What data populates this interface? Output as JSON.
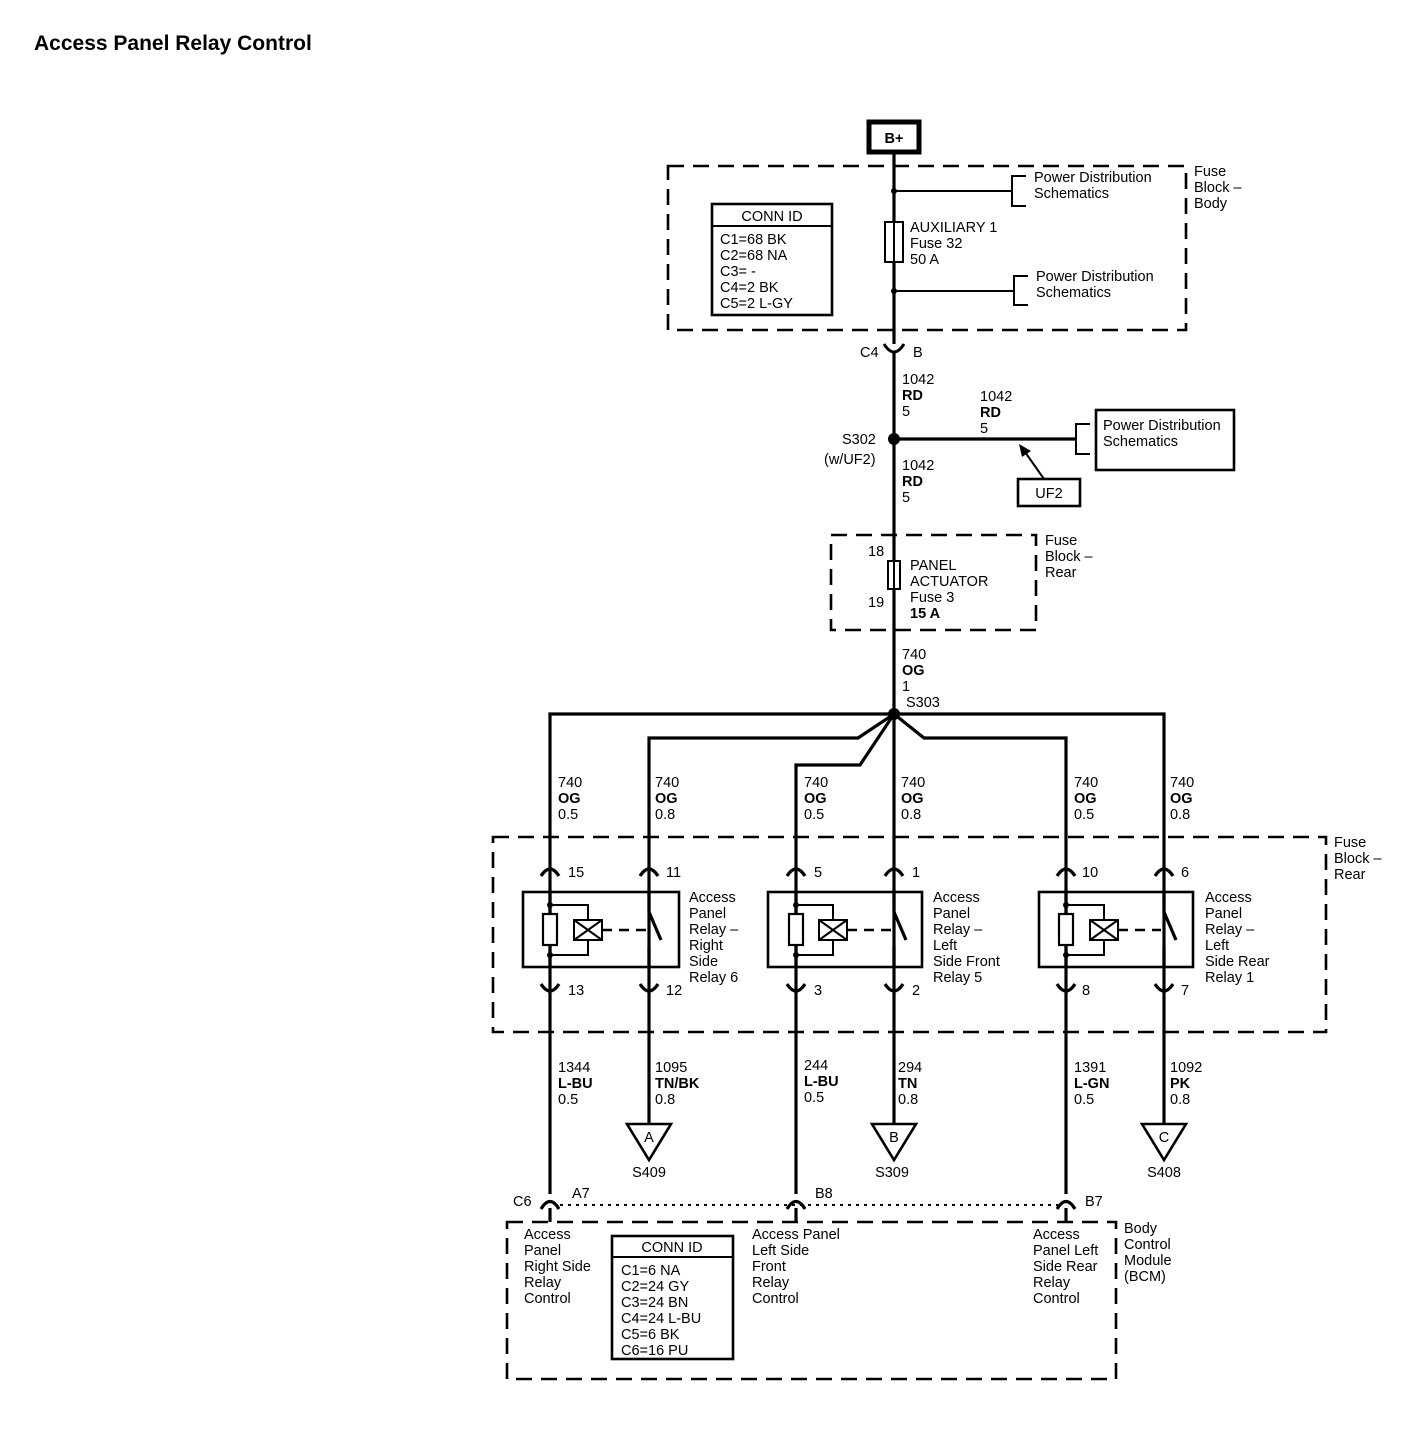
{
  "title": "Access Panel Relay Control",
  "battery": "B+",
  "fuse_block_body": {
    "label": [
      "Fuse",
      "Block –",
      "Body"
    ],
    "pds_top": [
      "Power Distribution",
      "Schematics"
    ],
    "pds_bottom": [
      "Power Distribution",
      "Schematics"
    ],
    "fuse_lines": [
      "AUXILIARY 1",
      "Fuse 32",
      "50 A"
    ],
    "conn_id": {
      "header": "CONN ID",
      "rows": [
        "C1=68 BK",
        "C2=68 NA",
        "C3= -",
        "C4=2 BK",
        "C5=2 L-GY"
      ]
    }
  },
  "connector_c4": {
    "name": "C4",
    "pin": "B"
  },
  "wire_1042_a": [
    "1042",
    "RD",
    "5"
  ],
  "splice_s302": {
    "name": "S302",
    "option": "(w/UF2)"
  },
  "wire_1042_b": [
    "1042",
    "RD",
    "5"
  ],
  "wire_1042_c": [
    "1042",
    "RD",
    "5"
  ],
  "pds_right": [
    "Power Distribution",
    "Schematics"
  ],
  "uf2": "UF2",
  "fuse_block_rear": {
    "label": [
      "Fuse",
      "Block –",
      "Rear"
    ],
    "pin_in": "18",
    "pin_out": "19",
    "fuse_lines": [
      "PANEL",
      "ACTUATOR",
      "Fuse 3",
      "15 A"
    ]
  },
  "wire_740_main": [
    "740",
    "OG",
    "1"
  ],
  "splice_s303": "S303",
  "relay_block_label": [
    "Fuse",
    "Block –",
    "Rear"
  ],
  "relays": [
    {
      "coil_wire": [
        "740",
        "OG",
        "0.5"
      ],
      "switch_wire": [
        "740",
        "OG",
        "0.8"
      ],
      "pin_coil_in": "15",
      "pin_switch_in": "11",
      "pin_coil_out": "13",
      "pin_switch_out": "12",
      "label": [
        "Access",
        "Panel",
        "Relay –",
        "Right",
        "Side",
        "Relay 6"
      ],
      "out_coil_wire": [
        "1344",
        "L-BU",
        "0.5"
      ],
      "out_switch_wire": [
        "1095",
        "TN/BK",
        "0.8"
      ],
      "ref_letter": "A",
      "ref_splice": "S409"
    },
    {
      "coil_wire": [
        "740",
        "OG",
        "0.5"
      ],
      "switch_wire": [
        "740",
        "OG",
        "0.8"
      ],
      "pin_coil_in": "5",
      "pin_switch_in": "1",
      "pin_coil_out": "3",
      "pin_switch_out": "2",
      "label": [
        "Access",
        "Panel",
        "Relay –",
        "Left",
        "Side Front",
        "Relay 5"
      ],
      "out_coil_wire": [
        "244",
        "L-BU",
        "0.5"
      ],
      "out_switch_wire": [
        "294",
        "TN",
        "0.8"
      ],
      "ref_letter": "B",
      "ref_splice": "S309"
    },
    {
      "coil_wire": [
        "740",
        "OG",
        "0.5"
      ],
      "switch_wire": [
        "740",
        "OG",
        "0.8"
      ],
      "pin_coil_in": "10",
      "pin_switch_in": "6",
      "pin_coil_out": "8",
      "pin_switch_out": "7",
      "label": [
        "Access",
        "Panel",
        "Relay –",
        "Left",
        "Side Rear",
        "Relay 1"
      ],
      "out_coil_wire": [
        "1391",
        "L-GN",
        "0.5"
      ],
      "out_switch_wire": [
        "1092",
        "PK",
        "0.8"
      ],
      "ref_letter": "C",
      "ref_splice": "S408"
    }
  ],
  "bcm": {
    "label": [
      "Body",
      "Control",
      "Module",
      "(BCM)"
    ],
    "connector": "C6",
    "pins": [
      "A7",
      "B8",
      "B7"
    ],
    "inputs": [
      [
        "Access",
        "Panel",
        "Right Side",
        "Relay",
        "Control"
      ],
      [
        "Access Panel",
        "Left Side",
        "Front",
        "Relay",
        "Control"
      ],
      [
        "Access",
        "Panel Left",
        "Side Rear",
        "Relay",
        "Control"
      ]
    ],
    "conn_id": {
      "header": "CONN ID",
      "rows": [
        "C1=6 NA",
        "C2=24 GY",
        "C3=24 BN",
        "C4=24 L-BU",
        "C5=6 BK",
        "C6=16 PU"
      ]
    }
  }
}
